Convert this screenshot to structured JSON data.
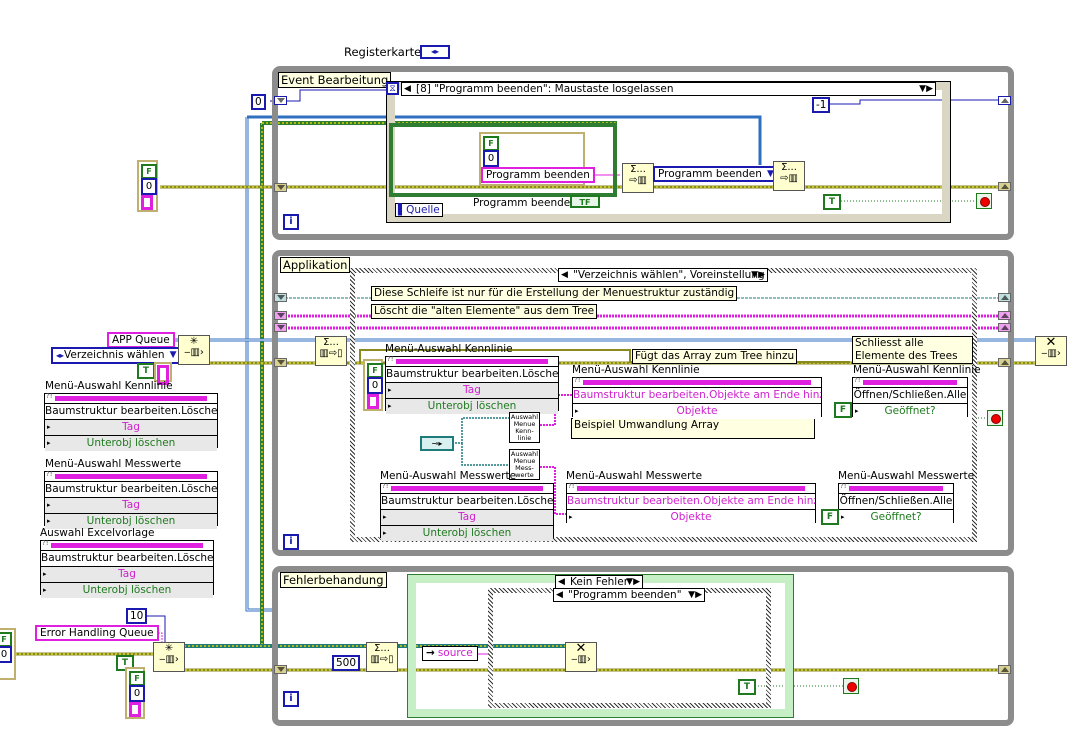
{
  "top": {
    "tab_label": "Registerkarte"
  },
  "event_loop": {
    "label": "Event Bearbeitung",
    "iteration_terminal": "i",
    "event_selector": "[8] \"Programm beenden\": Maustaste losgelassen",
    "timeout_constant": "-1",
    "cluster_bool": "F",
    "cluster_num": "0",
    "string_const": "Programm beenden",
    "enum_const": "Programm beenden",
    "node_label": "Quelle",
    "bool_indicator_label": "Programm beenden",
    "bool_indicator_text": "TF",
    "true_const": "T",
    "enqueue_icon": "Σ...",
    "enqueue_icon2": "Σ..."
  },
  "left_controls": {
    "top_cluster_bool": "F",
    "top_cluster_num": "0",
    "app_queue": "APP Queue",
    "enum_value": "Verzeichnis wählen",
    "true_const": "T",
    "iteration_zero": "0",
    "error_queue": "Error Handling Queue",
    "queue_size": "10",
    "error_true_const": "T",
    "error_cluster_bool": "F",
    "error_cluster_num": "0",
    "left_edge_bool": "F",
    "left_edge_num": "0"
  },
  "left_property_nodes": [
    {
      "label": "Menü-Auswahl Kennlinie",
      "method": "Baumstruktur bearbeiten.Löschen",
      "rows": [
        "Tag",
        "Unterobj löschen"
      ]
    },
    {
      "label": "Menü-Auswahl Messwerte",
      "method": "Baumstruktur bearbeiten.Löschen",
      "rows": [
        "Tag",
        "Unterobj löschen"
      ]
    },
    {
      "label": "Auswahl Excelvorlage",
      "method": "Baumstruktur bearbeiten.Löschen",
      "rows": [
        "Tag",
        "Unterobj löschen"
      ]
    }
  ],
  "app_loop": {
    "label": "Applikation",
    "iteration_terminal": "i",
    "case_selector": "\"Verzeichnis wählen\", Voreinstellung",
    "comment_1": "Diese Schleife ist nur für die Erstellung der Menuestruktur zuständig",
    "comment_2": "Löscht die \"alten Elemente\" aus dem Tree",
    "comment_3": "Fügt das Array zum Tree hinzu",
    "comment_4": "Schliesst alle Elemente des Trees",
    "comment_5": "Beispiel Umwandlung Array",
    "cluster_bool": "F",
    "cluster_num": "0",
    "false_const_1": "F",
    "false_const_2": "F",
    "tiny_vi_1": "Auswahl Menue Kenn- linie",
    "tiny_vi_2": "Auswahl Menue Mess- werte",
    "nodes": [
      {
        "label": "Menü-Auswahl Kennlinie",
        "method": "Baumstruktur bearbeiten.Löschen",
        "rows": [
          "Tag",
          "Unterobj löschen"
        ]
      },
      {
        "label": "Menü-Auswahl Kennlinie",
        "method": "Baumstruktur bearbeiten.Objekte am Ende hinzuf",
        "rows": [
          "Objekte"
        ]
      },
      {
        "label": "Menü-Auswahl Kennlinie",
        "method": "Öffnen/Schließen.Alle",
        "rows": [
          "Geöffnet?"
        ]
      },
      {
        "label": "Menü-Auswahl Messwerte",
        "method": "Baumstruktur bearbeiten.Löschen",
        "rows": [
          "Tag",
          "Unterobj löschen"
        ]
      },
      {
        "label": "Menü-Auswahl Messwerte",
        "method": "Baumstruktur bearbeiten.Objekte am Ende hinzuf",
        "rows": [
          "Objekte"
        ]
      },
      {
        "label": "Menü-Auswahl Messwerte",
        "method": "Öffnen/Schließen.Alle",
        "rows": [
          "Geöffnet?"
        ]
      }
    ]
  },
  "error_loop": {
    "label": "Fehlerbehandung",
    "iteration_terminal": "i",
    "outer_case": "Kein Fehler",
    "inner_case": "\"Programm beenden\"",
    "timeout": "500",
    "source_label": "source",
    "true_const": "T"
  },
  "colors": {
    "loop_border": "#8c8c8c",
    "error_wire": "#c8b400",
    "queue_wire": "#1f7a7a",
    "string_wire": "#e020e0",
    "numeric_wire": "#1a1ab0",
    "bool_wire": "#1f7a1f"
  }
}
